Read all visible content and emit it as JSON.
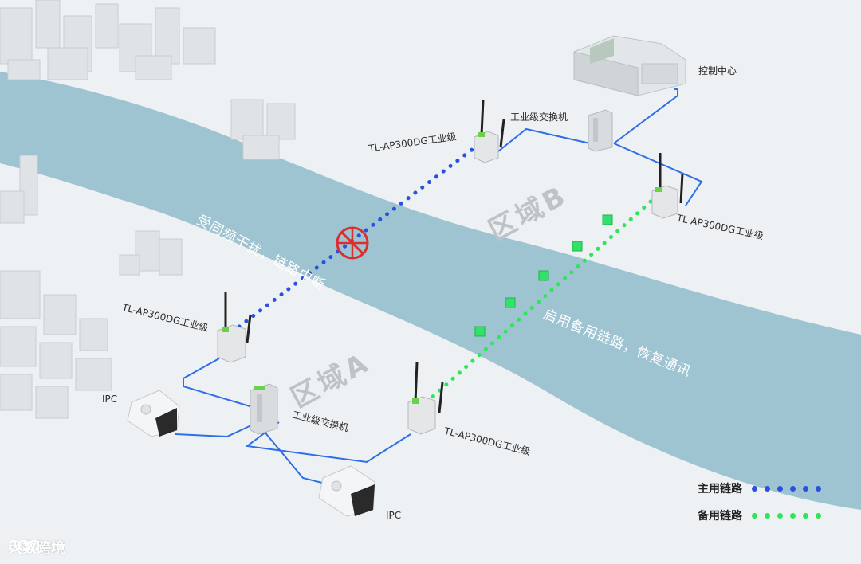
{
  "labels": {
    "control_center": "控制中心",
    "switch_b": "工业级交换机",
    "ap_b1": "TL-AP300DG工业级",
    "ap_b2": "TL-AP300DG工业级",
    "ap_a1": "TL-AP300DG工业级",
    "ap_a2": "TL-AP300DG工业级",
    "switch_a": "工业级交换机",
    "ipc_1": "IPC",
    "ipc_2": "IPC",
    "zone_a": "区域A",
    "zone_b": "区域B",
    "interference_note": "受同频干扰，链路中断",
    "backup_note": "启用备用链路，恢复通讯"
  },
  "legend": {
    "primary": "主用链路",
    "backup": "备用链路"
  },
  "colors": {
    "primary": "#2a52e0",
    "backup": "#2ee65a",
    "river": "#9ec4d1",
    "cable": "#2f6ee6",
    "block_icon": "#d83030"
  },
  "watermark": {
    "text": "大数跨境"
  }
}
